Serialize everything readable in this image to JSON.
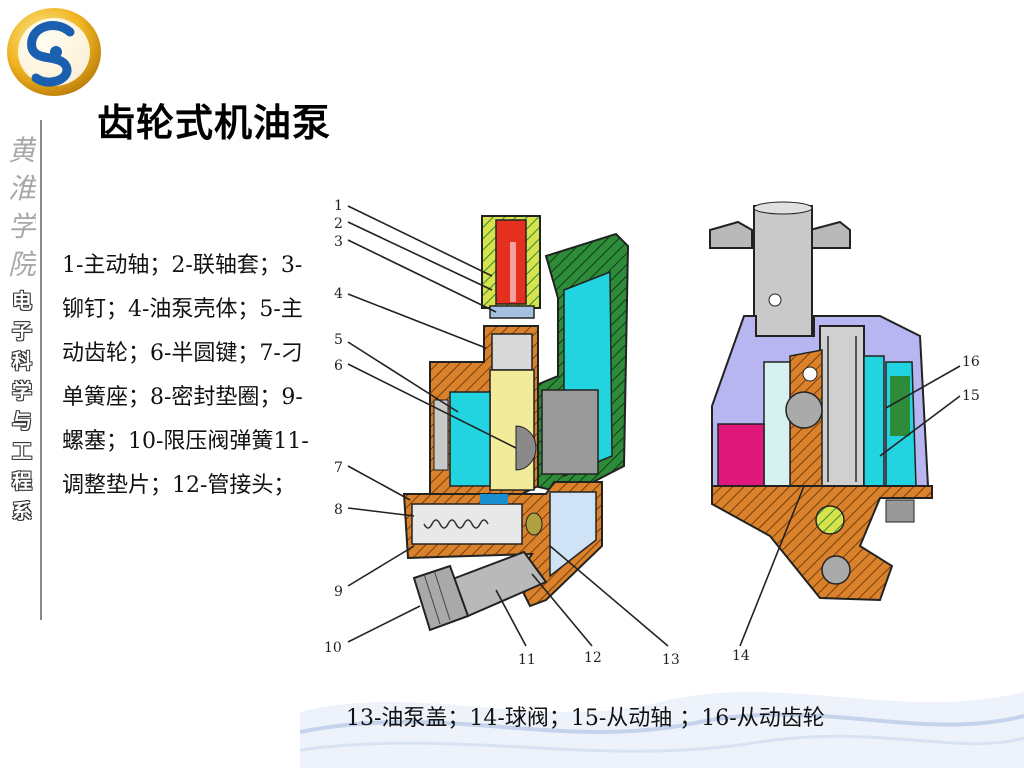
{
  "slide": {
    "title": "齿轮式机油泵",
    "left_legend": "1-主动轴；2-联轴套；3-铆钉；4-油泵壳体；5-主动齿轮；6-半圆键；7-刁单簧座；8-密封垫圈；9-螺塞；10-限压阀弹簧11-调整垫片；12-管接头；",
    "bottom_legend": "13-油泵盖；14-球阀；15-从动轴 ；16-从动齿轮",
    "side_calligraphy": [
      "黄",
      "淮",
      "学",
      "院"
    ],
    "side_department": [
      "电",
      "子",
      "科",
      "学",
      "与",
      "工",
      "程",
      "系"
    ]
  },
  "diagram": {
    "callouts": [
      "1",
      "2",
      "3",
      "4",
      "5",
      "6",
      "7",
      "8",
      "9",
      "10",
      "11",
      "12",
      "13",
      "14",
      "15",
      "16"
    ],
    "colors": {
      "hatch_orange": "#d9822b",
      "hatch_green": "#2e8b3a",
      "cyan": "#22d3e0",
      "yellow": "#f2ec9a",
      "lavender": "#b7b6f0",
      "magenta": "#e0187c",
      "red": "#e53020",
      "gray": "#b9b9b9"
    }
  },
  "icons": [
    "college-logo-icon"
  ]
}
